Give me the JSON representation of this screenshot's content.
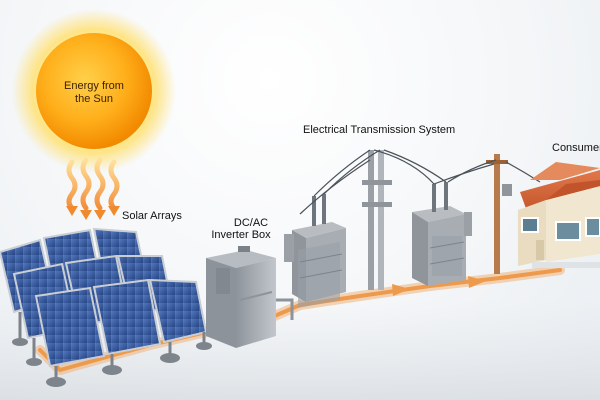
{
  "labels": {
    "sun_line1": "Energy from",
    "sun_line2": "the Sun",
    "solar_arrays": "Solar Arrays",
    "inverter_line1": "DC/AC",
    "inverter_line2": "Inverter Box",
    "transmission": "Electrical Transmission System",
    "consumer": "Consumer"
  },
  "colors": {
    "sun_core": "#ffb300",
    "sun_glow": "#ffe27a",
    "energy_path": "#f2a65a",
    "panel_cell": "#2f4f8f",
    "panel_frame": "#c9ced4",
    "equipment_gray": "#9aa0a6",
    "roof": "#d9673a",
    "house_wall": "#f1e6cf",
    "pole_wood": "#b77a4a"
  },
  "icons": {
    "sun": "sun-icon",
    "heat_waves": "heat-wave-icon",
    "solar_panel": "solar-panel-icon",
    "inverter": "inverter-box-icon",
    "transformer": "transformer-icon",
    "utility_pole": "utility-pole-icon",
    "house": "house-icon"
  }
}
